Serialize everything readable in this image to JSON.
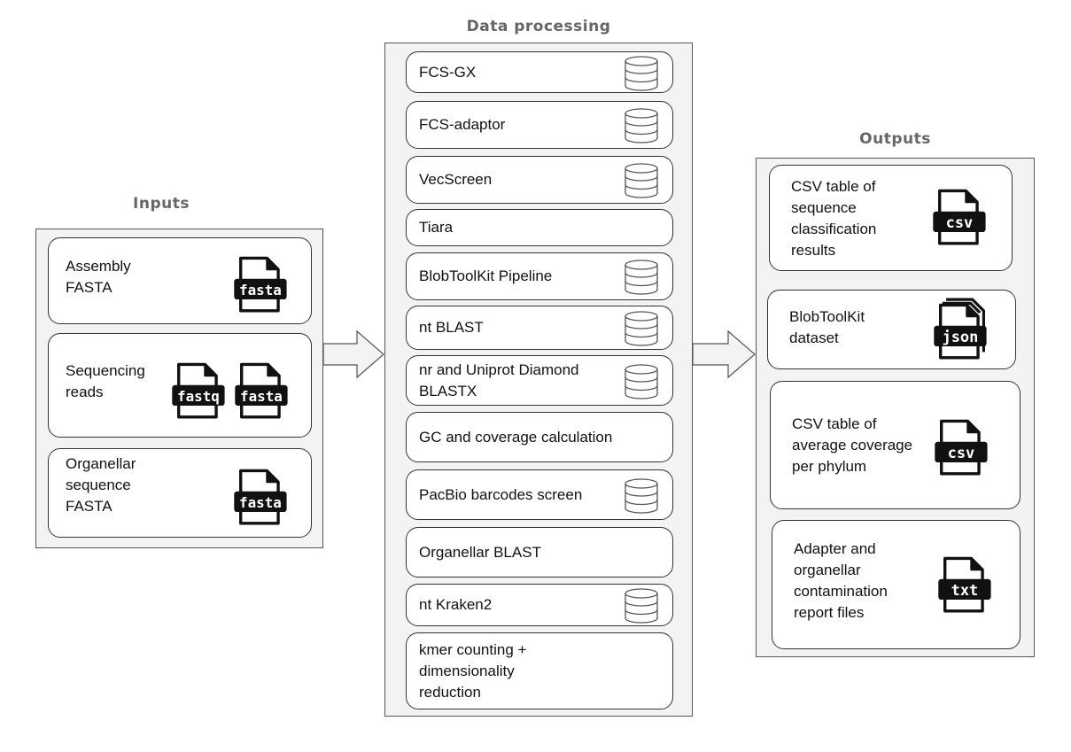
{
  "headings": {
    "inputs": "Inputs",
    "processing": "Data processing",
    "outputs": "Outputs"
  },
  "inputs": [
    {
      "label": "Assembly\nFASTA",
      "files": [
        "fasta"
      ]
    },
    {
      "label": "Sequencing\nreads",
      "files": [
        "fastq",
        "fasta"
      ]
    },
    {
      "label": "Organellar\nsequence\nFASTA",
      "files": [
        "fasta"
      ]
    }
  ],
  "processing": [
    {
      "label": "FCS-GX",
      "database": true
    },
    {
      "label": "FCS-adaptor",
      "database": true
    },
    {
      "label": "VecScreen",
      "database": true
    },
    {
      "label": "Tiara",
      "database": false
    },
    {
      "label": "BlobToolKit Pipeline",
      "database": true
    },
    {
      "label": "nt BLAST",
      "database": true
    },
    {
      "label": "nr and Uniprot Diamond\nBLASTX",
      "database": true
    },
    {
      "label": "GC and coverage calculation",
      "database": false
    },
    {
      "label": "PacBio barcodes screen",
      "database": true
    },
    {
      "label": "Organellar BLAST",
      "database": false
    },
    {
      "label": "nt Kraken2",
      "database": true
    },
    {
      "label": "kmer counting +\ndimensionality\nreduction",
      "database": false
    }
  ],
  "outputs": [
    {
      "label": "CSV table of\nsequence\nclassification\nresults",
      "file": "csv"
    },
    {
      "label": "BlobToolKit\ndataset",
      "file": "json"
    },
    {
      "label": "CSV table of\naverage coverage\nper phylum",
      "file": "csv"
    },
    {
      "label": "Adapter and\norganellar\ncontamination\nreport files",
      "file": "txt"
    }
  ],
  "icons": {
    "database": "database-icon",
    "file": "file-icon",
    "arrow": "flow-arrow"
  },
  "colors": {
    "panel": "#f3f3f3",
    "heading": "#666666",
    "file": "#111111",
    "db_stroke": "#555555"
  }
}
